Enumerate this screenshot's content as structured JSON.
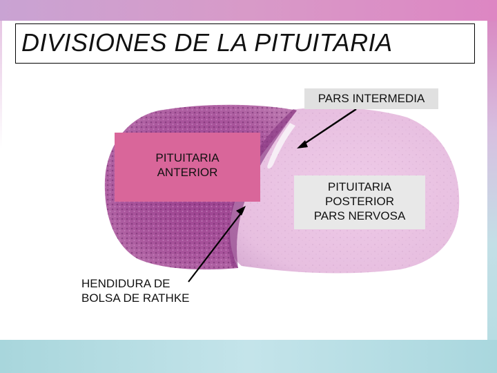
{
  "slide": {
    "title": "DIVISIONES DE LA PITUITARIA"
  },
  "labels": {
    "pars_intermedia": "PARS INTERMEDIA",
    "anterior_line1": "PITUITARIA",
    "anterior_line2": "ANTERIOR",
    "posterior_line1": "PITUITARIA",
    "posterior_line2": "POSTERIOR",
    "posterior_line3": "PARS NERVOSA",
    "hendidura_line1": "HENDIDURA DE",
    "hendidura_line2": "BOLSA DE RATHKE"
  },
  "colors": {
    "anterior_lobe": "#a24f96",
    "posterior_lobe": "#e6bedf",
    "label_highlight": "#d9669a"
  }
}
